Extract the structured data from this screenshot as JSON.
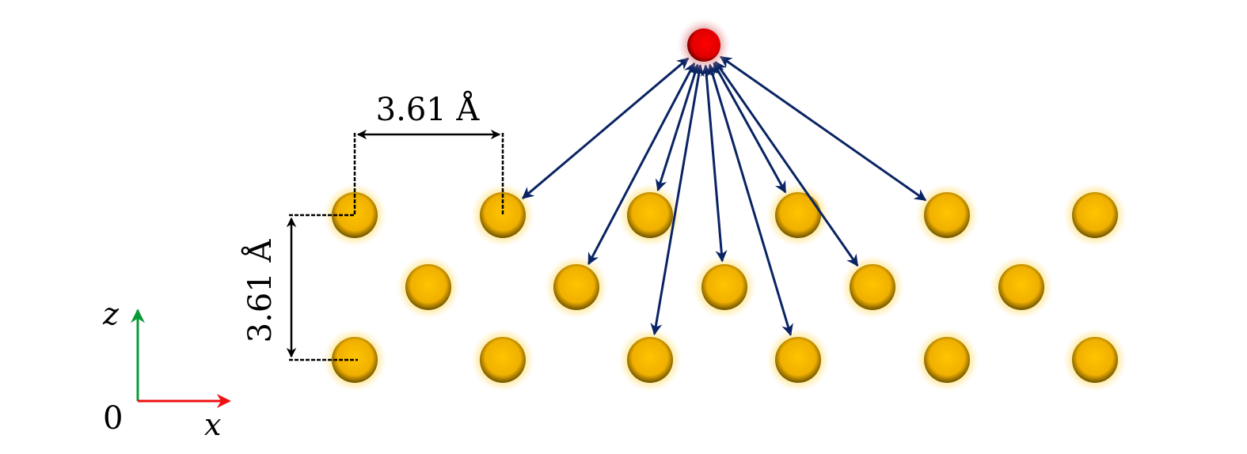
{
  "dimensions": {
    "horizontal_label": "3.61 Å",
    "vertical_label": "3.61 Å"
  },
  "axes": {
    "z_label": "z",
    "x_label": "x",
    "origin_label": "0"
  },
  "colors": {
    "gold_atom": "#f5b800",
    "gold_edge": "#6b5000",
    "red_atom": "#ff0000",
    "arrow": "#0a2463",
    "z_axis": "#0a9a3a",
    "x_axis": "#ee1111"
  }
}
